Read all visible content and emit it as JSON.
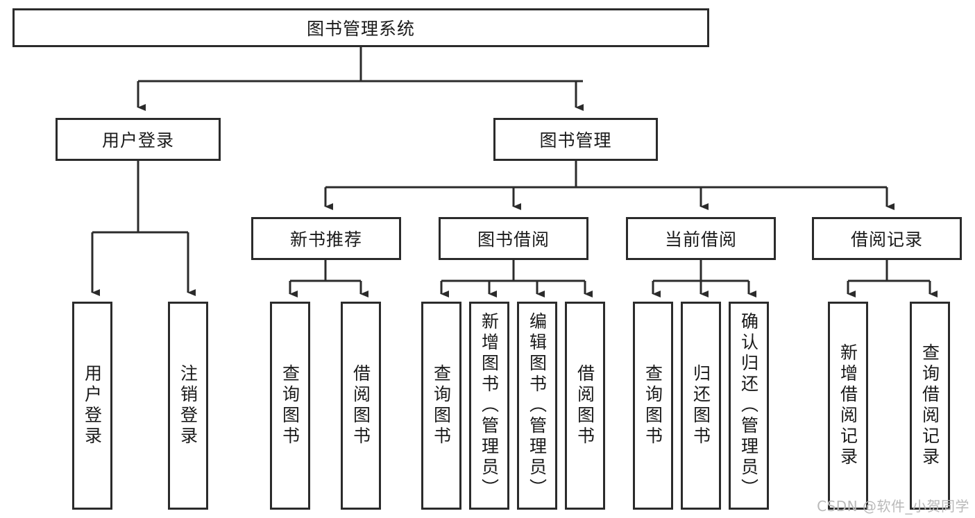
{
  "diagram": {
    "type": "tree-hierarchy-chart",
    "title": "图书管理系统",
    "colors": {
      "box_border": "#2b2b2b",
      "box_fill": "#ffffff",
      "edge": "#2b2b2b",
      "text": "#1a1a1a",
      "watermark": "#b9b9b9",
      "background": "#ffffff"
    },
    "root": {
      "label": "图书管理系统"
    },
    "level2": [
      {
        "id": "user-login",
        "label": "用户登录"
      },
      {
        "id": "book-management",
        "label": "图书管理"
      }
    ],
    "level3": [
      {
        "id": "new-book-recommend",
        "label": "新书推荐"
      },
      {
        "id": "book-borrow",
        "label": "图书借阅"
      },
      {
        "id": "current-borrow",
        "label": "当前借阅"
      },
      {
        "id": "borrow-record",
        "label": "借阅记录"
      }
    ],
    "leaves": {
      "user_login": [
        {
          "id": "leaf-user-login",
          "label": "用户登录"
        },
        {
          "id": "leaf-user-logout",
          "label": "注销登录"
        }
      ],
      "new_book_recommend": [
        {
          "id": "leaf-query-book-1",
          "label": "查询图书"
        },
        {
          "id": "leaf-borrow-book-1",
          "label": "借阅图书"
        }
      ],
      "book_borrow": [
        {
          "id": "leaf-query-book-2",
          "label": "查询图书"
        },
        {
          "id": "leaf-add-book-admin",
          "label": "新增图书（管理员）"
        },
        {
          "id": "leaf-edit-book-admin",
          "label": "编辑图书（管理员）"
        },
        {
          "id": "leaf-borrow-book-2",
          "label": "借阅图书"
        }
      ],
      "current_borrow": [
        {
          "id": "leaf-query-book-3",
          "label": "查询图书"
        },
        {
          "id": "leaf-return-book",
          "label": "归还图书"
        },
        {
          "id": "leaf-confirm-return-admin",
          "label": "确认归还（管理员）"
        }
      ],
      "borrow_record": [
        {
          "id": "leaf-add-borrow-record",
          "label": "新增借阅记录"
        },
        {
          "id": "leaf-query-borrow-record",
          "label": "查询借阅记录"
        }
      ]
    },
    "watermark": "CSDN @软件_小贺同学"
  }
}
